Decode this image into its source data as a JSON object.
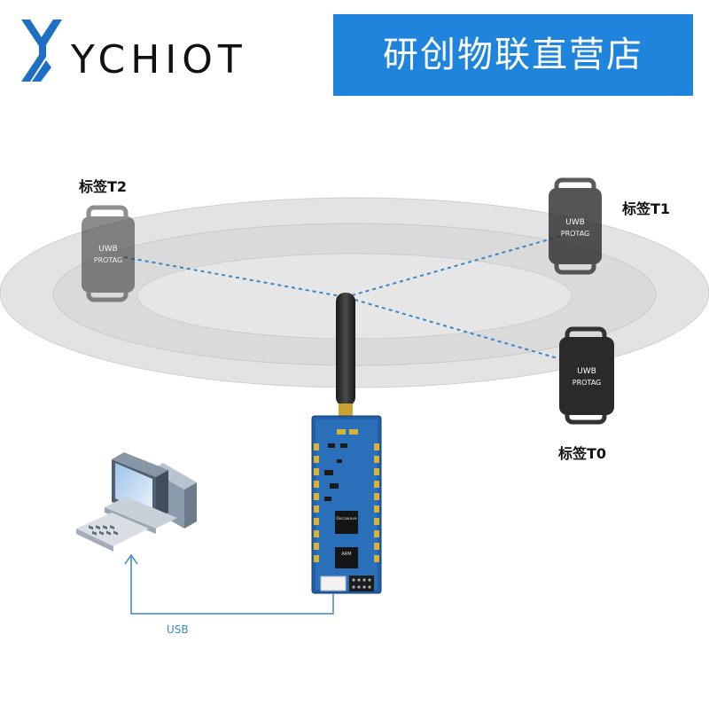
{
  "header": {
    "brand": "YCHIOT",
    "store_name": "研创物联直营店",
    "logo_icon": "ychiot-logo-icon",
    "banner_color": "#1f84dc"
  },
  "diagram": {
    "tags": [
      {
        "id": "T2",
        "label": "标签T2",
        "device_text": [
          "UWB",
          "PROTAG"
        ]
      },
      {
        "id": "T1",
        "label": "标签T1",
        "device_text": [
          "UWB",
          "PROTAG"
        ]
      },
      {
        "id": "T0",
        "label": "标签T0",
        "device_text": [
          "UWB",
          "PROTAG"
        ]
      }
    ],
    "base_station": {
      "board_icon": "uwb-base-station-board-icon",
      "antenna_icon": "antenna-icon",
      "chip_labels": [
        "Decawave",
        "ARM"
      ]
    },
    "computer_icon": "desktop-computer-icon",
    "link_label": "USB",
    "link_color": "#3a86c8",
    "range_color": "#d9d9d9"
  }
}
